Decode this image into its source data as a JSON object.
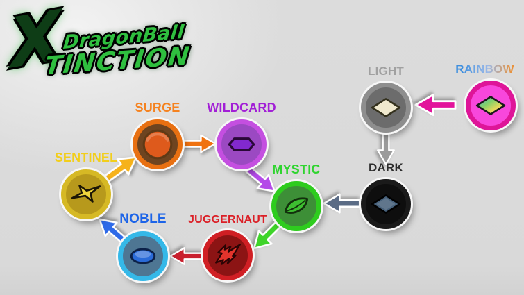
{
  "logo": {
    "big_x": "X",
    "line1": "DragonBall",
    "line2": "TINCTION",
    "color": "#2FBF3F",
    "x_color": "#0E3D16"
  },
  "diagram": {
    "background": "#DADADA",
    "nodes": [
      {
        "id": "sentinel",
        "label": "SENTINEL",
        "label_color": "#F2CE1B",
        "ring_color": "#D6B925",
        "fill_color": "#B7991C",
        "icon": "four-point-star",
        "icon_color": "#EFD53C",
        "icon_outline": "#1C1606"
      },
      {
        "id": "surge",
        "label": "SURGE",
        "label_color": "#F5821F",
        "ring_color": "#E87012",
        "fill_color": "#6E4420",
        "icon": "circle",
        "icon_color": "#DE5A1C",
        "icon_outline": "#5F3A16"
      },
      {
        "id": "wildcard",
        "label": "WILDCARD",
        "label_color": "#A21FD6",
        "ring_color": "#C44FE0",
        "fill_color": "#9B49C2",
        "icon": "hexagon",
        "icon_color": "#8229CE",
        "icon_outline": "#2A0838"
      },
      {
        "id": "mystic",
        "label": "MYSTIC",
        "label_color": "#2FD42F",
        "ring_color": "#2ECC1E",
        "fill_color": "#3D8F37",
        "icon": "leaf",
        "icon_color": "#3DBE30",
        "icon_outline": "#12300C"
      },
      {
        "id": "juggernaut",
        "label": "JUGGERNAUT",
        "label_color": "#DB1F26",
        "ring_color": "#D01F24",
        "fill_color": "#8C1414",
        "icon": "lightning-burst",
        "icon_color": "#E3342C",
        "icon_outline": "#2A0404"
      },
      {
        "id": "noble",
        "label": "NOBLE",
        "label_color": "#1C64E8",
        "ring_color": "#35B8E8",
        "fill_color": "#4E7693",
        "icon": "ellipse",
        "icon_color": "#2A6BD8",
        "icon_outline": "#0C2148"
      },
      {
        "id": "light",
        "label": "LIGHT",
        "label_color": "#A0A0A0",
        "ring_color": "#8E8E8E",
        "fill_color": "#6C6C6C",
        "icon": "diamond",
        "icon_color": "#F0E9CE",
        "icon_outline": "#33301C"
      },
      {
        "id": "dark",
        "label": "DARK",
        "label_color": "#2E2E2E",
        "ring_color": "#1A1A1A",
        "fill_color": "#0E0E0E",
        "icon": "diamond",
        "icon_color": "#46607A",
        "icon_outline": "#000000"
      },
      {
        "id": "rainbow",
        "label": "RAINBOW",
        "label_color_start": "#3D8EDE",
        "label_color_mid": "#9AB8E8",
        "label_color_end": "#E8923C",
        "ring_color": "#DE1598",
        "fill_color": "#F847DC",
        "icon": "diamond",
        "icon_gradient": [
          "#5AB0E8",
          "#7FD06A",
          "#E8D85A",
          "#C87AE0"
        ],
        "icon_outline": "#1A1A1A"
      }
    ],
    "arrows": [
      {
        "from": "sentinel",
        "to": "surge",
        "color": "#F6B21B"
      },
      {
        "from": "surge",
        "to": "wildcard",
        "color": "#F07210"
      },
      {
        "from": "wildcard",
        "to": "mystic",
        "color": "#B44BE8"
      },
      {
        "from": "mystic",
        "to": "juggernaut",
        "color": "#3FD42A"
      },
      {
        "from": "juggernaut",
        "to": "noble",
        "color": "#C9202E"
      },
      {
        "from": "noble",
        "to": "sentinel",
        "color": "#2E6AE8"
      },
      {
        "from": "rainbow",
        "to": "light",
        "color": "#E2139B"
      },
      {
        "from": "light",
        "to": "dark",
        "color": "#9B9B9B"
      },
      {
        "from": "dark",
        "to": "mystic",
        "color": "#5A6B85"
      }
    ]
  }
}
